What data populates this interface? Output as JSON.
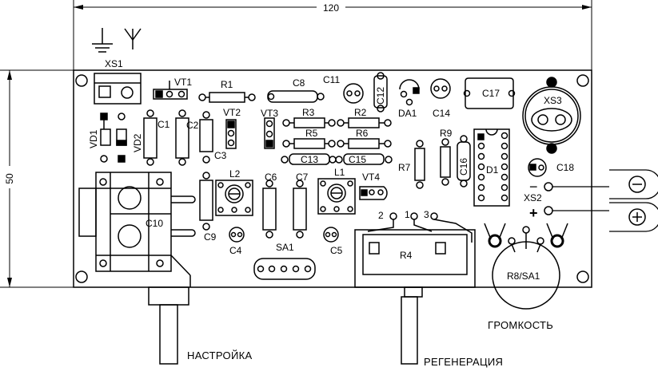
{
  "dimensions": {
    "width": "120",
    "height": "50"
  },
  "labels": {
    "xs1": "XS1",
    "vt1": "VT1",
    "r1": "R1",
    "c8": "C8",
    "c11": "C11",
    "c12": "C12",
    "c14": "C14",
    "c17": "C17",
    "xs3": "XS3",
    "da1": "DA1",
    "vt2": "VT2",
    "vt3": "VT3",
    "r3": "R3",
    "r2": "R2",
    "c1": "C1",
    "c2": "C2",
    "vd1": "VD1",
    "vd2": "VD2",
    "r5": "R5",
    "r6": "R6",
    "r9": "R9",
    "c3": "C3",
    "c13": "C13",
    "c15": "C15",
    "r7": "R7",
    "c16": "C16",
    "d1": "D1",
    "c18": "C18",
    "l2": "L2",
    "c6": "C6",
    "c7": "C7",
    "l1": "L1",
    "vt4": "VT4",
    "xs2": "XS2",
    "c10": "C10",
    "c9": "C9",
    "c4": "C4",
    "sa1": "SA1",
    "c5": "C5",
    "r4": "R4",
    "r8sa1": "R8/SA1",
    "pin2": "2",
    "pin1": "1",
    "pin3": "3",
    "minus": "−",
    "plus": "+"
  },
  "captions": {
    "tuning": "НАСТРОЙКА",
    "regeneration": "РЕГЕНЕРАЦИЯ",
    "volume": "ГРОМКОСТЬ"
  },
  "colors": {
    "ink": "#000000",
    "paper": "#ffffff"
  },
  "icons": [
    "ground-icon",
    "antenna-icon",
    "battery-minus-icon",
    "battery-plus-icon"
  ]
}
